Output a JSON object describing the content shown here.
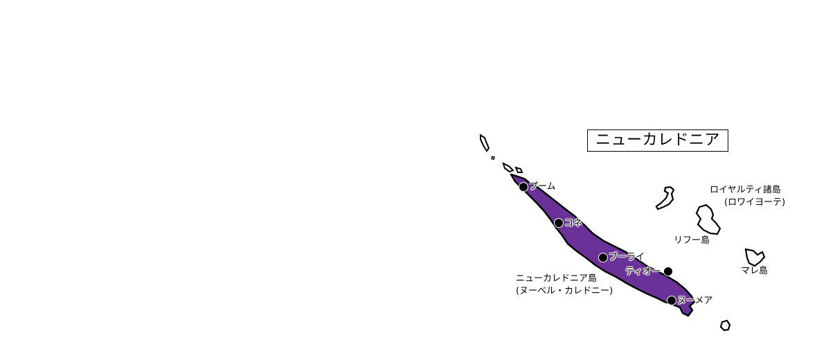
{
  "title": "ニューカレドニア",
  "colors": {
    "main_island_fill": "#6a3199",
    "outline": "#000000",
    "background": "#ffffff"
  },
  "islands": {
    "main": {
      "name_line1": "ニューカレドニア島",
      "name_line2": "(ヌーベル・カレドニー)"
    },
    "loyalty": {
      "name_line1": "ロイヤルティ諸島",
      "name_line2": "(ロワイヨーテ)"
    },
    "lifou": {
      "name": "リフー島"
    },
    "mare": {
      "name": "マレ島"
    }
  },
  "cities": {
    "poum": "プーム",
    "kone": "コネ",
    "bourail": "ブーライ",
    "thio": "ティオー",
    "noumea": "ヌーメア"
  }
}
